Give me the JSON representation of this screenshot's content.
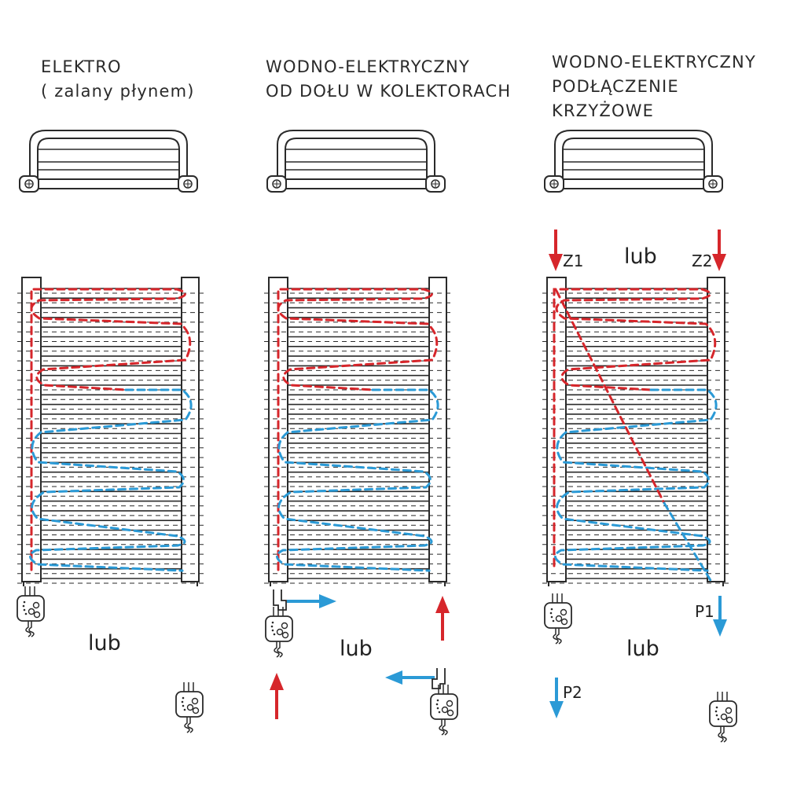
{
  "panels": [
    {
      "title_lines": [
        "ELEKTRO",
        "( zalany płynem)"
      ]
    },
    {
      "title_lines": [
        "WODNO-ELEKTRYCZNY",
        "OD DOŁU W KOLEKTORACH"
      ]
    },
    {
      "title_lines": [
        "WODNO-ELEKTRYCZNY",
        "PODŁĄCZENIE",
        "KRZYŻOWE"
      ]
    }
  ],
  "labels": {
    "lub": "lub",
    "z1": "Z1",
    "z2": "Z2",
    "p1": "P1",
    "p2": "P2"
  },
  "colors": {
    "hot": "#d6262b",
    "cold": "#2b9ad6",
    "line": "#2a2a2a"
  },
  "icons": [
    "towel-rail-top-view-icon",
    "radiator-ladder-icon",
    "heating-element-icon",
    "flow-arrow-icon",
    "valve-icon"
  ]
}
